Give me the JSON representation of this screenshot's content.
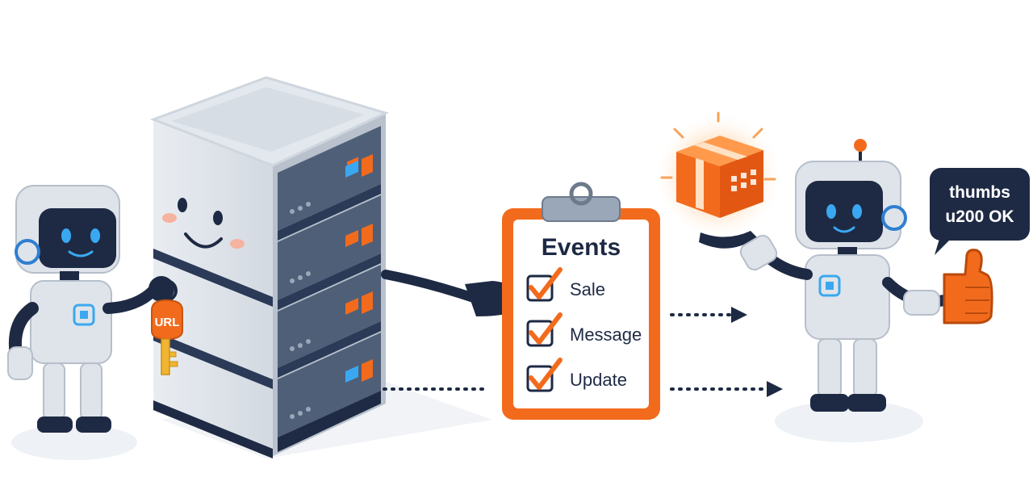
{
  "key_label": "URL",
  "clipboard": {
    "title": "Events",
    "items": [
      {
        "label": "Sale"
      },
      {
        "label": "Message"
      },
      {
        "label": "Update"
      }
    ]
  },
  "speech_bubble": {
    "line1": "thumbs",
    "line2": "u200 OK"
  },
  "colors": {
    "accent_orange": "#f26b1d",
    "navy": "#1e2a44",
    "server_gray": "#dfe4ea",
    "screen_blue": "#3aa8f0"
  }
}
